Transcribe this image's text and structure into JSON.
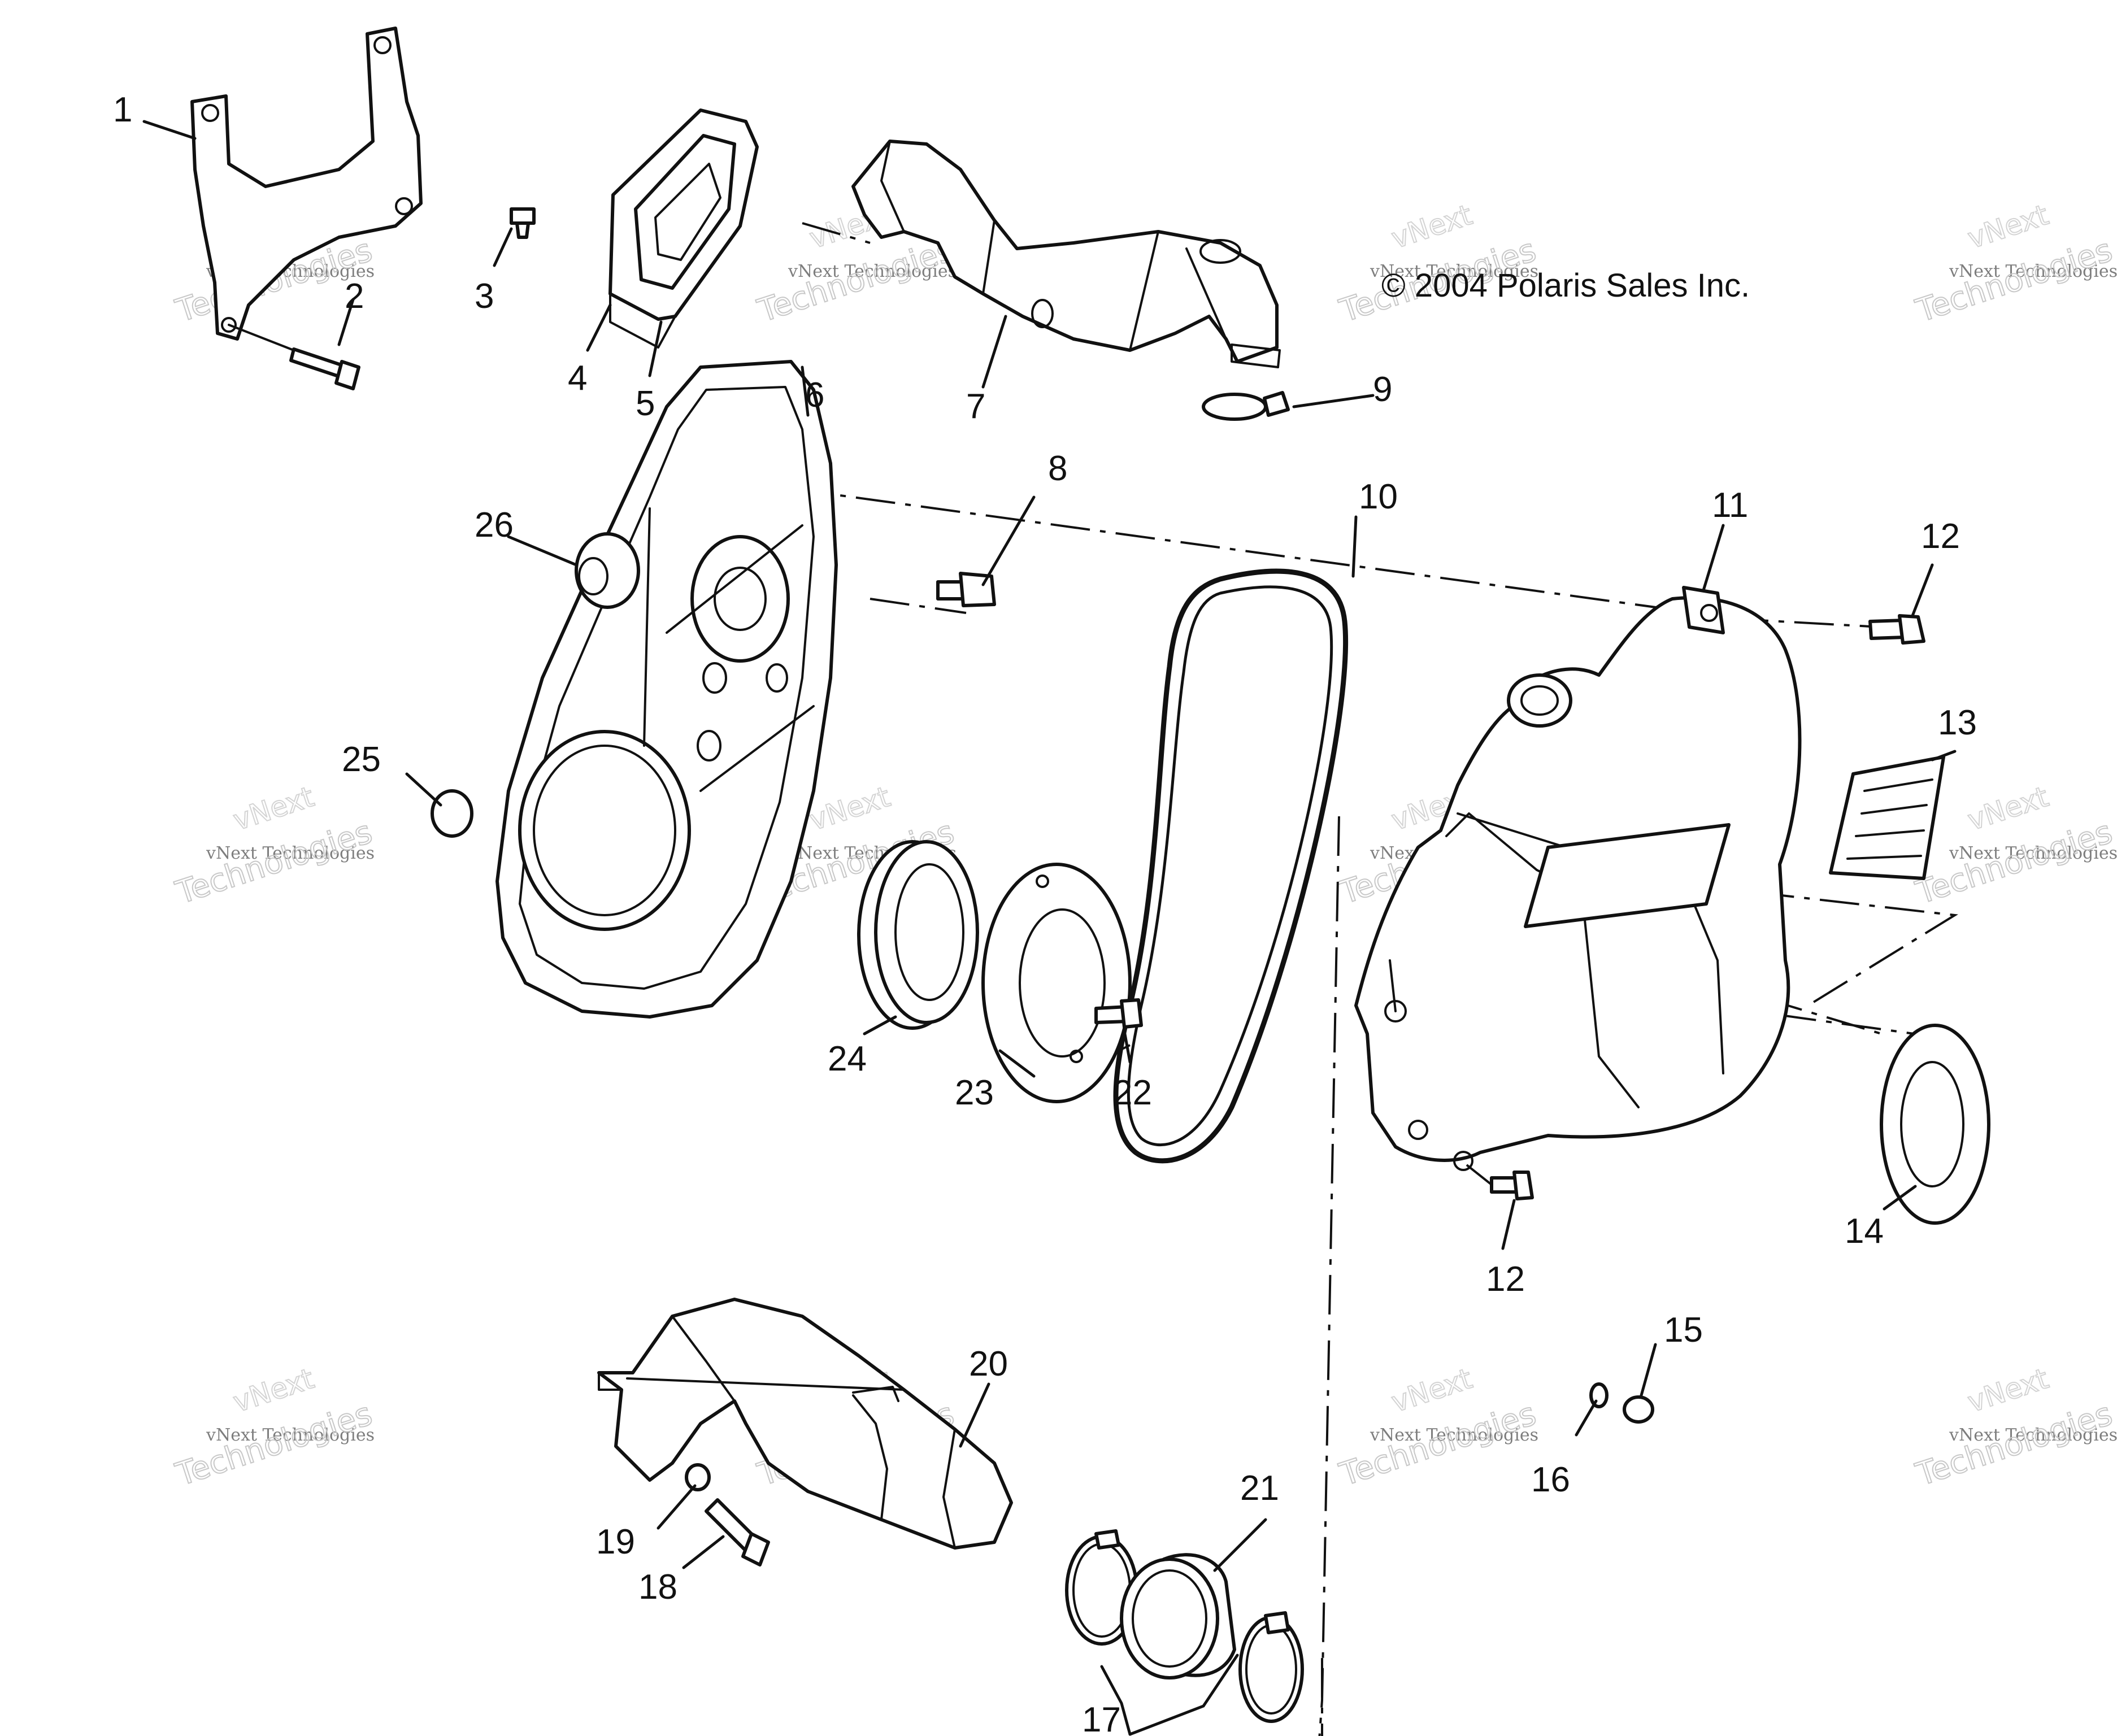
{
  "copyright": "© 2004 Polaris Sales Inc.",
  "watermark": {
    "line1": "vNext Technologies",
    "line2": "Technologies",
    "line3": "vNext"
  },
  "callouts": [
    {
      "id": "1",
      "label": "1"
    },
    {
      "id": "2",
      "label": "2"
    },
    {
      "id": "3",
      "label": "3"
    },
    {
      "id": "4",
      "label": "4"
    },
    {
      "id": "5",
      "label": "5"
    },
    {
      "id": "6",
      "label": "6"
    },
    {
      "id": "7",
      "label": "7"
    },
    {
      "id": "8",
      "label": "8"
    },
    {
      "id": "9",
      "label": "9"
    },
    {
      "id": "10",
      "label": "10"
    },
    {
      "id": "11",
      "label": "11"
    },
    {
      "id": "12a",
      "label": "12"
    },
    {
      "id": "12b",
      "label": "12"
    },
    {
      "id": "13",
      "label": "13"
    },
    {
      "id": "14",
      "label": "14"
    },
    {
      "id": "15",
      "label": "15"
    },
    {
      "id": "16",
      "label": "16"
    },
    {
      "id": "17",
      "label": "17"
    },
    {
      "id": "18",
      "label": "18"
    },
    {
      "id": "19",
      "label": "19"
    },
    {
      "id": "20",
      "label": "20"
    },
    {
      "id": "21",
      "label": "21"
    },
    {
      "id": "22",
      "label": "22"
    },
    {
      "id": "23",
      "label": "23"
    },
    {
      "id": "24",
      "label": "24"
    },
    {
      "id": "25",
      "label": "25"
    },
    {
      "id": "26",
      "label": "26"
    }
  ]
}
